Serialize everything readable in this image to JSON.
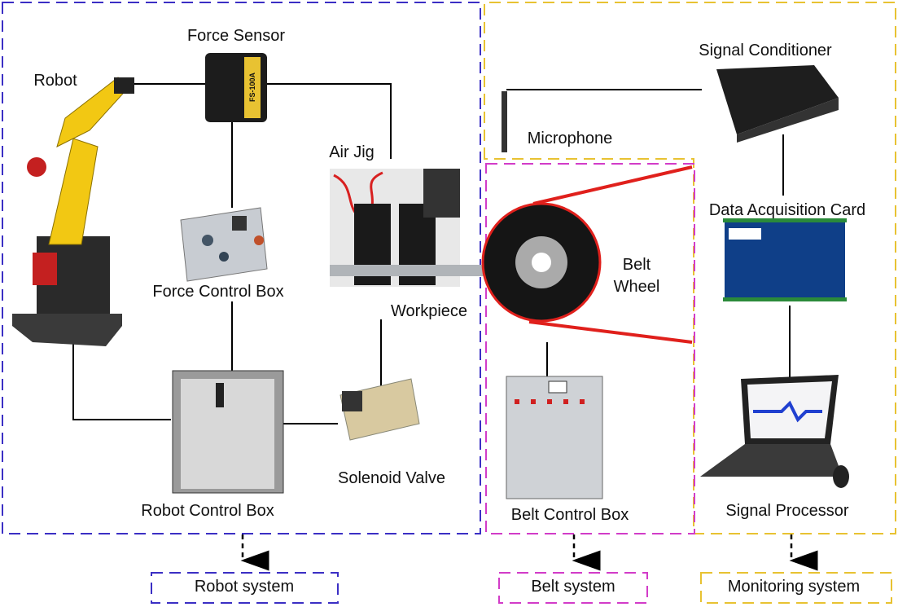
{
  "colors": {
    "robot": "#3b2fc4",
    "belt": "#d23cc8",
    "monitor": "#e8c232",
    "line": "#000000",
    "yellow_robot": "#f2c813",
    "belt_red": "#e0201c"
  },
  "labels": {
    "force_sensor": "Force Sensor",
    "robot": "Robot",
    "signal_conditioner": "Signal Conditioner",
    "microphone": "Microphone",
    "air_jig": "Air Jig",
    "data_acquisition_card": "Data Acquisition Card",
    "belt": "Belt",
    "wheel": "Wheel",
    "force_control_box": "Force  Control Box",
    "workpiece": "Workpiece",
    "solenoid_valve": "Solenoid Valve",
    "robot_control_box": "Robot Control Box",
    "belt_control_box": "Belt Control Box",
    "signal_processor": "Signal Processor"
  },
  "systems": {
    "robot": "Robot system",
    "belt": "Belt system",
    "monitoring": "Monitoring system"
  },
  "device_text": {
    "force_sensor_model": "FS-100A"
  }
}
